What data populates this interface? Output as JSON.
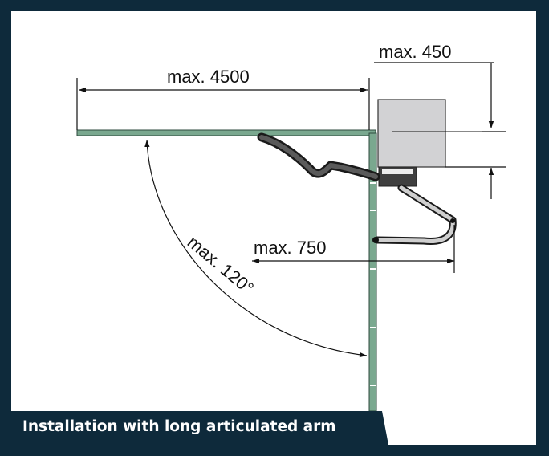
{
  "dimensions": {
    "max_450": "max. 450",
    "max_4500": "max. 4500",
    "max_750": "max. 750",
    "max_120_deg": "max. 120°"
  },
  "caption": "Installation with long articulated arm",
  "colors": {
    "frame": "#0e2a3b",
    "gate_green": "#7aa88f",
    "motor_gray": "#d2d2d4",
    "arm_dark": "#4a4a4a",
    "arm_light": "#c9c9c9"
  }
}
